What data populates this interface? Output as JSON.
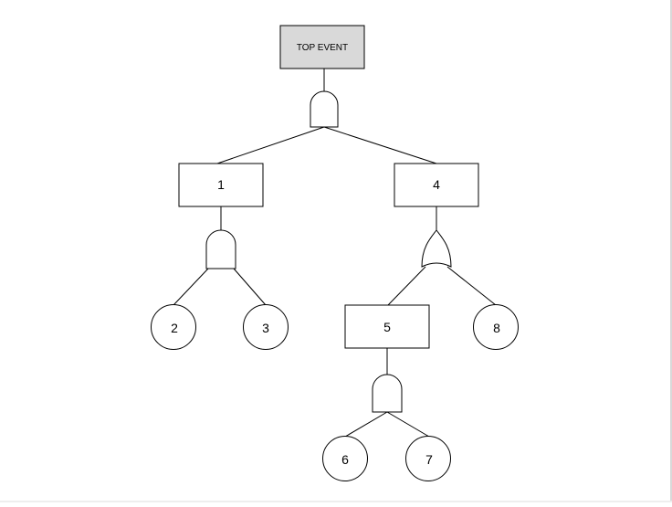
{
  "top_event": {
    "label": "TOP EVENT",
    "fill": "#d9d9d9"
  },
  "events": [
    {
      "id": "1",
      "label": "1",
      "kind": "intermediate"
    },
    {
      "id": "4",
      "label": "4",
      "kind": "intermediate"
    },
    {
      "id": "5",
      "label": "5",
      "kind": "intermediate"
    }
  ],
  "basic_events": [
    {
      "id": "2",
      "label": "2"
    },
    {
      "id": "3",
      "label": "3"
    },
    {
      "id": "8",
      "label": "8"
    },
    {
      "id": "6",
      "label": "6"
    },
    {
      "id": "7",
      "label": "7"
    }
  ],
  "gates": [
    {
      "id": "g-top",
      "type": "and",
      "parent": "TOP EVENT",
      "children": [
        "1",
        "4"
      ]
    },
    {
      "id": "g-1",
      "type": "and",
      "parent": "1",
      "children": [
        "2",
        "3"
      ]
    },
    {
      "id": "g-4",
      "type": "or",
      "parent": "4",
      "children": [
        "5",
        "8"
      ]
    },
    {
      "id": "g-5",
      "type": "and",
      "parent": "5",
      "children": [
        "6",
        "7"
      ]
    }
  ],
  "colors": {
    "stroke": "#000000",
    "top_event_fill": "#d9d9d9",
    "node_fill": "#ffffff"
  }
}
